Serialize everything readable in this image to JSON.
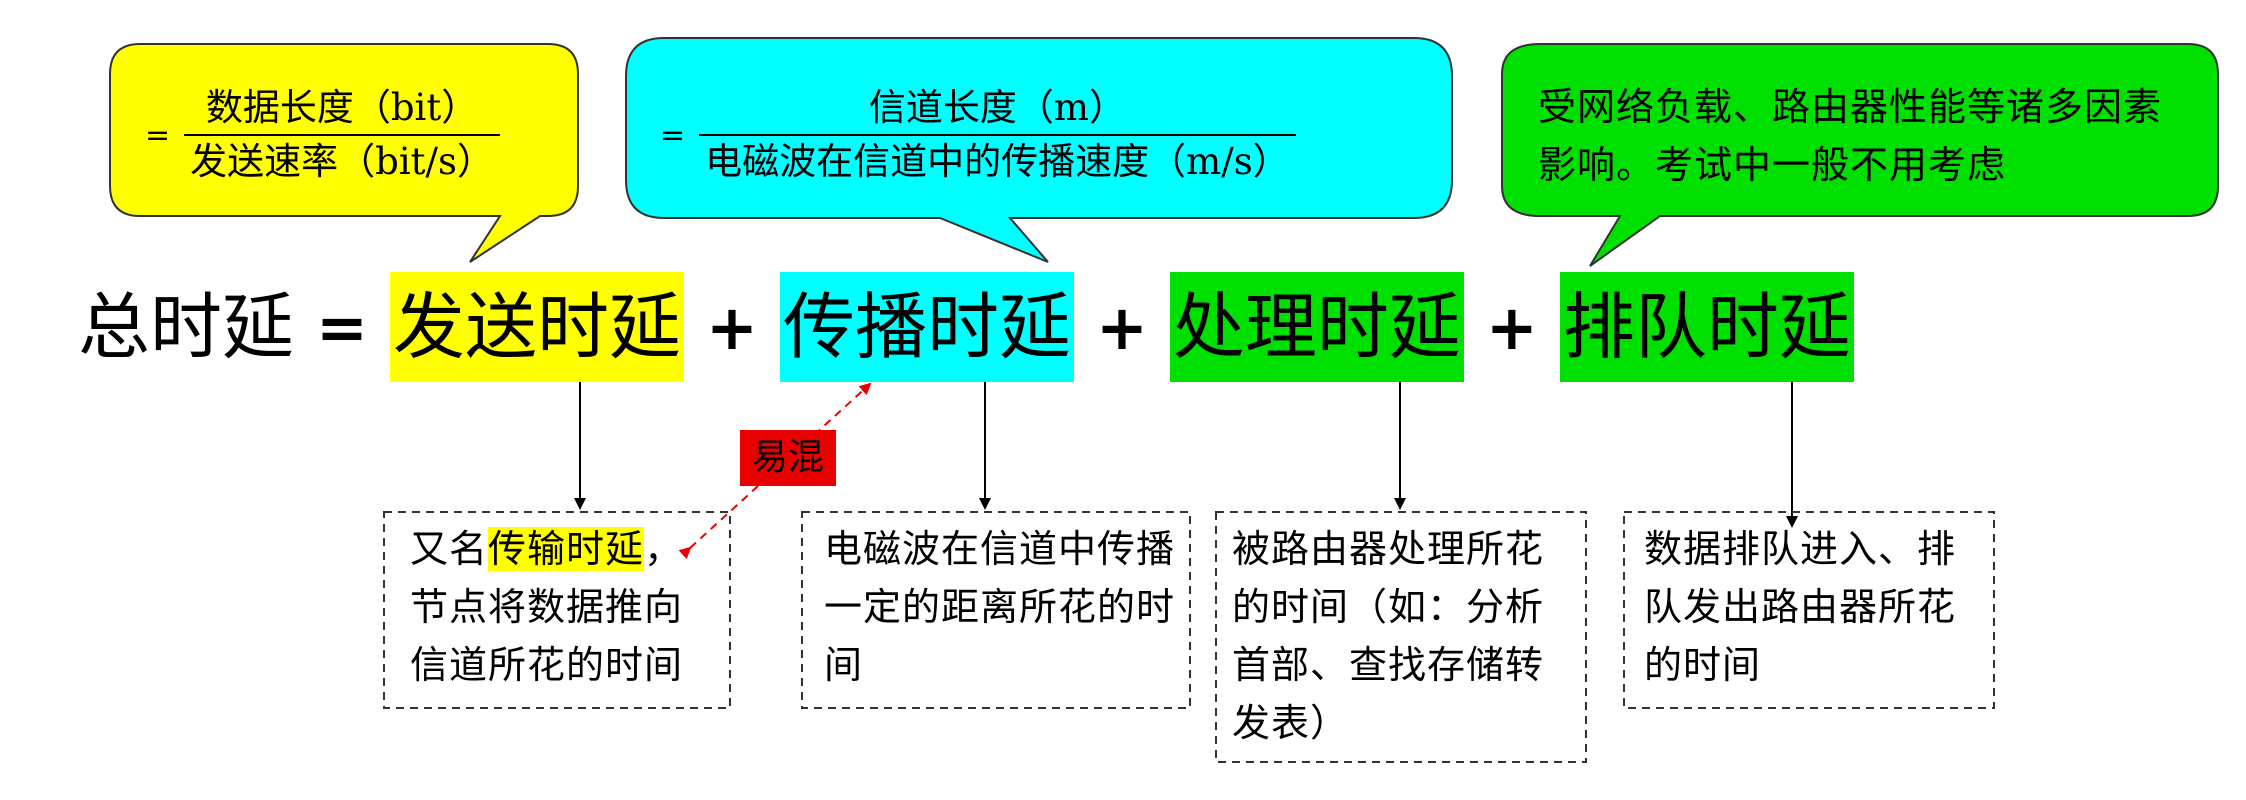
{
  "callouts": {
    "yellow": {
      "prefix": "=",
      "numerator": "数据长度（bit）",
      "denominator": "发送速率（bit/s）",
      "color": "#ffff00"
    },
    "cyan": {
      "prefix": "=",
      "numerator": "信道长度（m）",
      "denominator": "电磁波在信道中的传播速度（m/s）",
      "color": "#00ffff"
    },
    "green": {
      "text": "受网络负载、路由器性能等诸多因素影响。考试中一般不用考虑",
      "color": "#00e000"
    }
  },
  "equation": {
    "total": "总时延",
    "equals": "=",
    "plus": "+",
    "terms": [
      "发送时延",
      "传播时延",
      "处理时延",
      "排队时延"
    ]
  },
  "confusable_badge": {
    "text": "易混",
    "color": "#e80000"
  },
  "notes": [
    {
      "prefix": "又名",
      "highlight": "传输时延",
      "rest": "，节点将数据推向信道所花的时间"
    },
    {
      "text": "电磁波在信道中传播一定的距离所花的时间"
    },
    {
      "text": "被路由器处理所花的时间（如：分析首部、查找存储转发表）"
    },
    {
      "text": "数据排队进入、排队发出路由器所花的时间"
    }
  ]
}
